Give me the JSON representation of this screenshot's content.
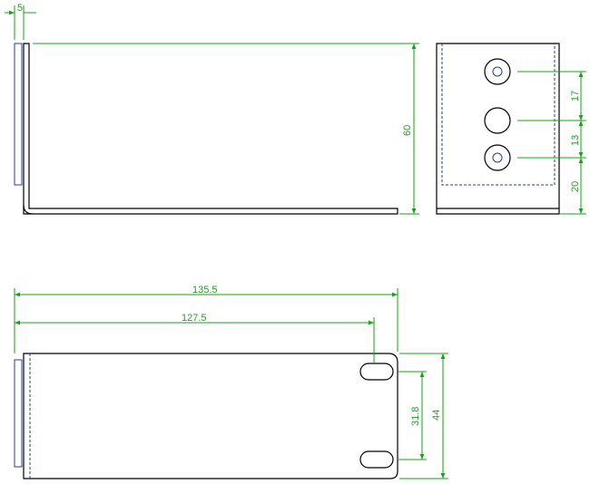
{
  "colors": {
    "outline": "#000000",
    "hidden_edges": "#1f3f9f",
    "dimensions": "#1aa01a"
  },
  "dimensions": {
    "flange_thickness": "5",
    "side_height": "60",
    "hole_pitch_upper": "17",
    "hole_pitch_lower": "13",
    "bottom_offset": "20",
    "overall_length": "135.5",
    "slot_center_distance": "127.5",
    "slot_spacing": "31.8",
    "base_width": "44"
  }
}
